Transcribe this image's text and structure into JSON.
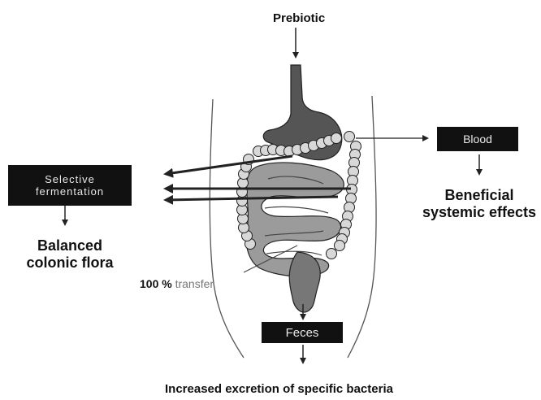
{
  "diagram": {
    "prebiotic_label": "Prebiotic",
    "blood_box": "Blood",
    "beneficial_line1": "Beneficial",
    "beneficial_line2": "systemic effects",
    "selective_box_line1": "Selective",
    "selective_box_line2": "fermentation",
    "balanced_line1": "Balanced",
    "balanced_line2": "colonic flora",
    "transfer_pct": "100 %",
    "transfer_word": "transfer",
    "feces_box": "Feces",
    "excretion_label": "Increased excretion of specific bacteria"
  },
  "colors": {
    "box_fill": "#111111",
    "organ_fill": "#6f6f6f",
    "organ_dark": "#3a3a3a",
    "line": "#222222"
  }
}
